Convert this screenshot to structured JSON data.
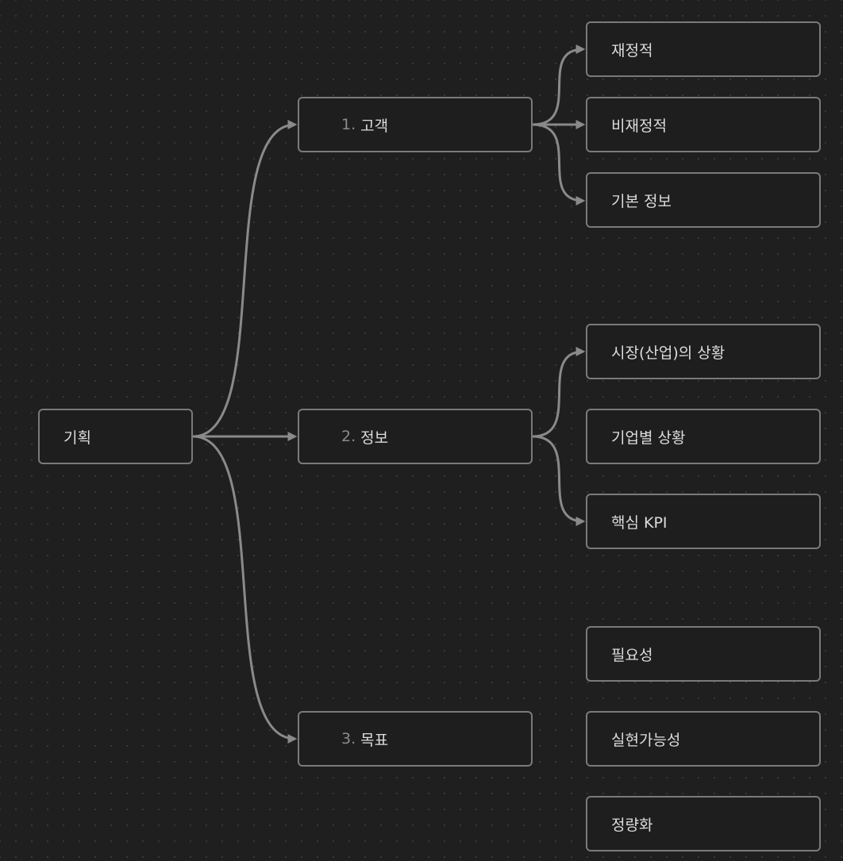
{
  "root": {
    "label": "기획"
  },
  "branches": [
    {
      "num": "1.",
      "label": "고객"
    },
    {
      "num": "2.",
      "label": "정보"
    },
    {
      "num": "3.",
      "label": "목표"
    }
  ],
  "leaves": [
    {
      "label": "재정적"
    },
    {
      "label": "비재정적"
    },
    {
      "label": "기본 정보"
    },
    {
      "label": "시장(산업)의 상황"
    },
    {
      "label": "기업별 상황"
    },
    {
      "label": "핵심 KPI"
    },
    {
      "label": "필요성"
    },
    {
      "label": "실현가능성"
    },
    {
      "label": "정량화"
    }
  ],
  "colors": {
    "background": "#1f1f1f",
    "edge": "#8a8a8a",
    "node_border": "#7a7a7a",
    "node_text": "#dcdcdc",
    "number_text": "#8c8c8c"
  }
}
